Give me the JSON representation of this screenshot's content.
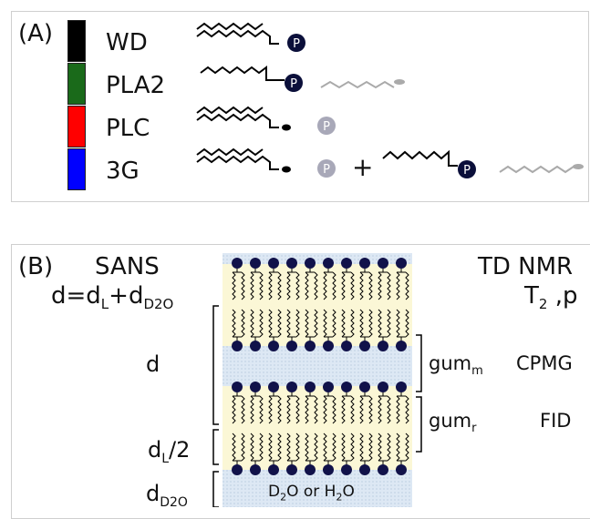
{
  "panelA": {
    "label": "(A)",
    "rows": [
      {
        "name": "WD",
        "color": "#000000"
      },
      {
        "name": "PLA2",
        "color": "#1a6a1a"
      },
      {
        "name": "PLC",
        "color": "#ff0000"
      },
      {
        "name": "3G",
        "color": "#0000ff"
      }
    ],
    "phosphate_symbol": "P",
    "plus_sign": "+"
  },
  "panelB": {
    "label": "(B)",
    "sans": {
      "title": "SANS",
      "formula": {
        "d": "d=d",
        "sub1": "L",
        "plus": "+d",
        "sub2": "D2O"
      }
    },
    "tdnmr": {
      "title": "TD NMR",
      "t2": "T",
      "t2_sub": "2",
      "t2_rest": " ,p"
    },
    "left_labels": {
      "d": "d",
      "dl_main": "d",
      "dl_sub": "L",
      "dl_rest": "/2",
      "dd_main": "d",
      "dd_sub": "D2O"
    },
    "right_labels": {
      "gum_m": "gum",
      "gum_m_sub": "m",
      "cpmg": "CPMG",
      "gum_r": "gum",
      "gum_r_sub": "r",
      "fid": "FID"
    },
    "solvent": {
      "p1": "D",
      "s1": "2",
      "p2": "O or H",
      "s2": "2",
      "p3": "O"
    },
    "colors": {
      "lipid_bg": "#fbf7d6",
      "water_bg": "#dde8f4",
      "headgroup": "#11124a"
    }
  }
}
